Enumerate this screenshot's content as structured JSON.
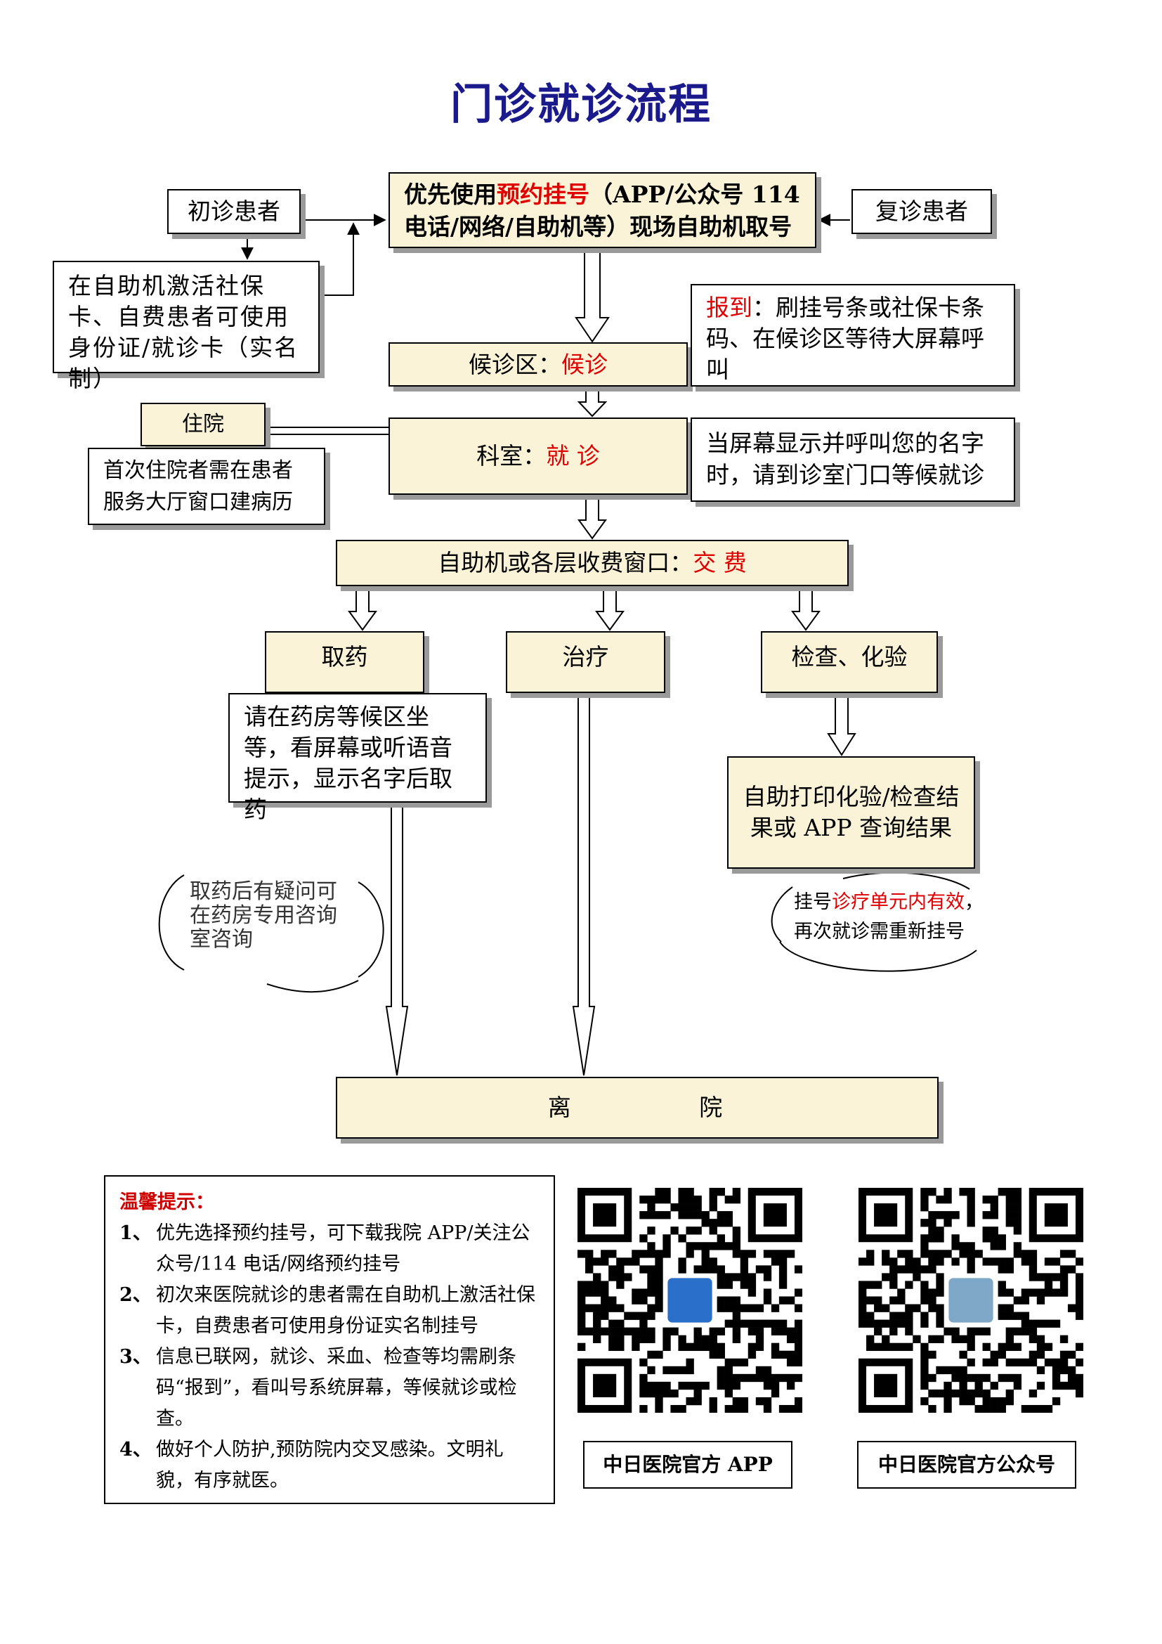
{
  "title": "门诊就诊流程",
  "top": {
    "first_visit": "初诊患者",
    "return_visit": "复诊患者",
    "activate_card": "在自助机激活社保卡、自费患者可使用身份证/就诊卡（实名制）",
    "appointment_pre": "优先使用",
    "appointment_red": "预约挂号",
    "appointment_post": "（APP/公众号 114 电话/网络/自助机等）现场自助机取号"
  },
  "waiting": {
    "label": "候诊区：",
    "label_red": "候诊",
    "checkin_red": "报到",
    "checkin_text": "：刷挂号条或社保卡条码、在候诊区等待大屏幕呼叫"
  },
  "clinic": {
    "label": "科室：",
    "label_red": "就 诊",
    "note": "当屏幕显示并呼叫您的名字时，请到诊室门口等候就诊",
    "inpatient": "住院",
    "inpatient_note": "首次住院者需在患者服务大厅窗口建病历"
  },
  "payment": {
    "label": "自助机或各层收费窗口：",
    "label_red": "交 费"
  },
  "branches": {
    "medicine": "取药",
    "treatment": "治疗",
    "exam": "检查、化验",
    "medicine_note": "请在药房等候区坐等，看屏幕或听语音提示，显示名字后取药",
    "exam_result": "自助打印化验/检查结果或 APP 查询结果",
    "medicine_bubble": "取药后有疑问可在药房专用咨询室咨询",
    "exam_bubble_pre": "挂号",
    "exam_bubble_red": "诊疗单元内有效",
    "exam_bubble_post": "，再次就诊需重新挂号"
  },
  "leave": "离 院",
  "tips": {
    "title": "温馨提示：",
    "items": [
      {
        "num": "1、",
        "text": "优先选择预约挂号，可下载我院 APP/关注公众号/114 电话/网络预约挂号"
      },
      {
        "num": "2、",
        "text": "初次来医院就诊的患者需在自助机上激活社保卡，自费患者可使用身份证实名制挂号"
      },
      {
        "num": "3、",
        "text": "信息已联网，就诊、采血、检查等均需刷条码“报到”，看叫号系统屏幕，等候就诊或检查。"
      },
      {
        "num": "4、",
        "text": "做好个人防护,预防院内交叉感染。文明礼貌，有序就医。"
      }
    ]
  },
  "qr": {
    "app_label": "中日医院官方 APP",
    "wechat_label": "中日医院官方公众号"
  },
  "colors": {
    "title": "#1a1a8c",
    "accent": "#e00000",
    "box_fill": "#fbf3d8"
  }
}
